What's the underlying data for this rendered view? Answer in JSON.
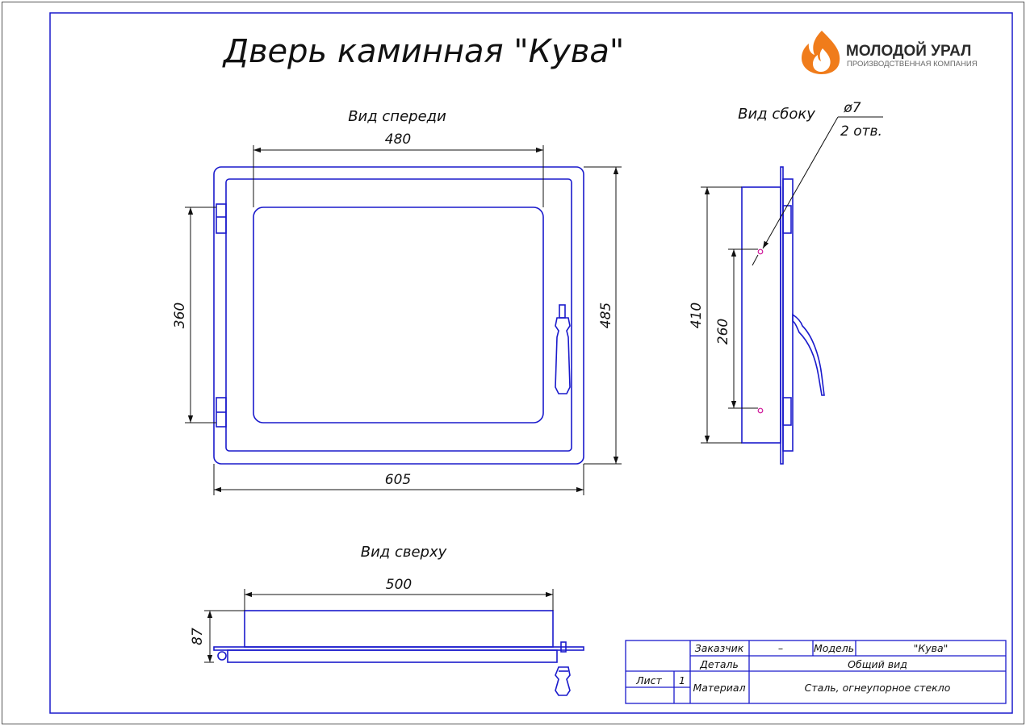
{
  "title": "Дверь каминная \"Кува\"",
  "logo": {
    "name": "МОЛОДОЙ УРАЛ",
    "subtitle": "ПРОИЗВОДСТВЕННАЯ КОМПАНИЯ",
    "icon": "flame-icon",
    "color": "#f07c1b"
  },
  "colors": {
    "drawing": "#1a1acc",
    "frame": "#1a1acc",
    "dims": "#111111",
    "holes": "#d0189a"
  },
  "views": {
    "front": {
      "label": "Вид спереди",
      "dims": {
        "inner_width": "480",
        "outer_width": "605",
        "glass_height": "360",
        "outer_height": "485"
      }
    },
    "side": {
      "label": "Вид сбоку",
      "dims": {
        "height": "410",
        "hole_spacing": "260",
        "hole_diameter": "ø7",
        "hole_count": "2 отв."
      }
    },
    "top": {
      "label": "Вид сверху",
      "dims": {
        "width": "500",
        "depth": "87"
      }
    }
  },
  "title_block": {
    "customer_label": "Заказчик",
    "customer_value": "–",
    "model_label": "Модель",
    "model_value": "\"Кува\"",
    "part_label": "Деталь",
    "part_value": "Общий вид",
    "sheet_label": "Лист",
    "sheet_value": "1",
    "material_label": "Материал",
    "material_value": "Сталь, огнеупорное стекло"
  }
}
